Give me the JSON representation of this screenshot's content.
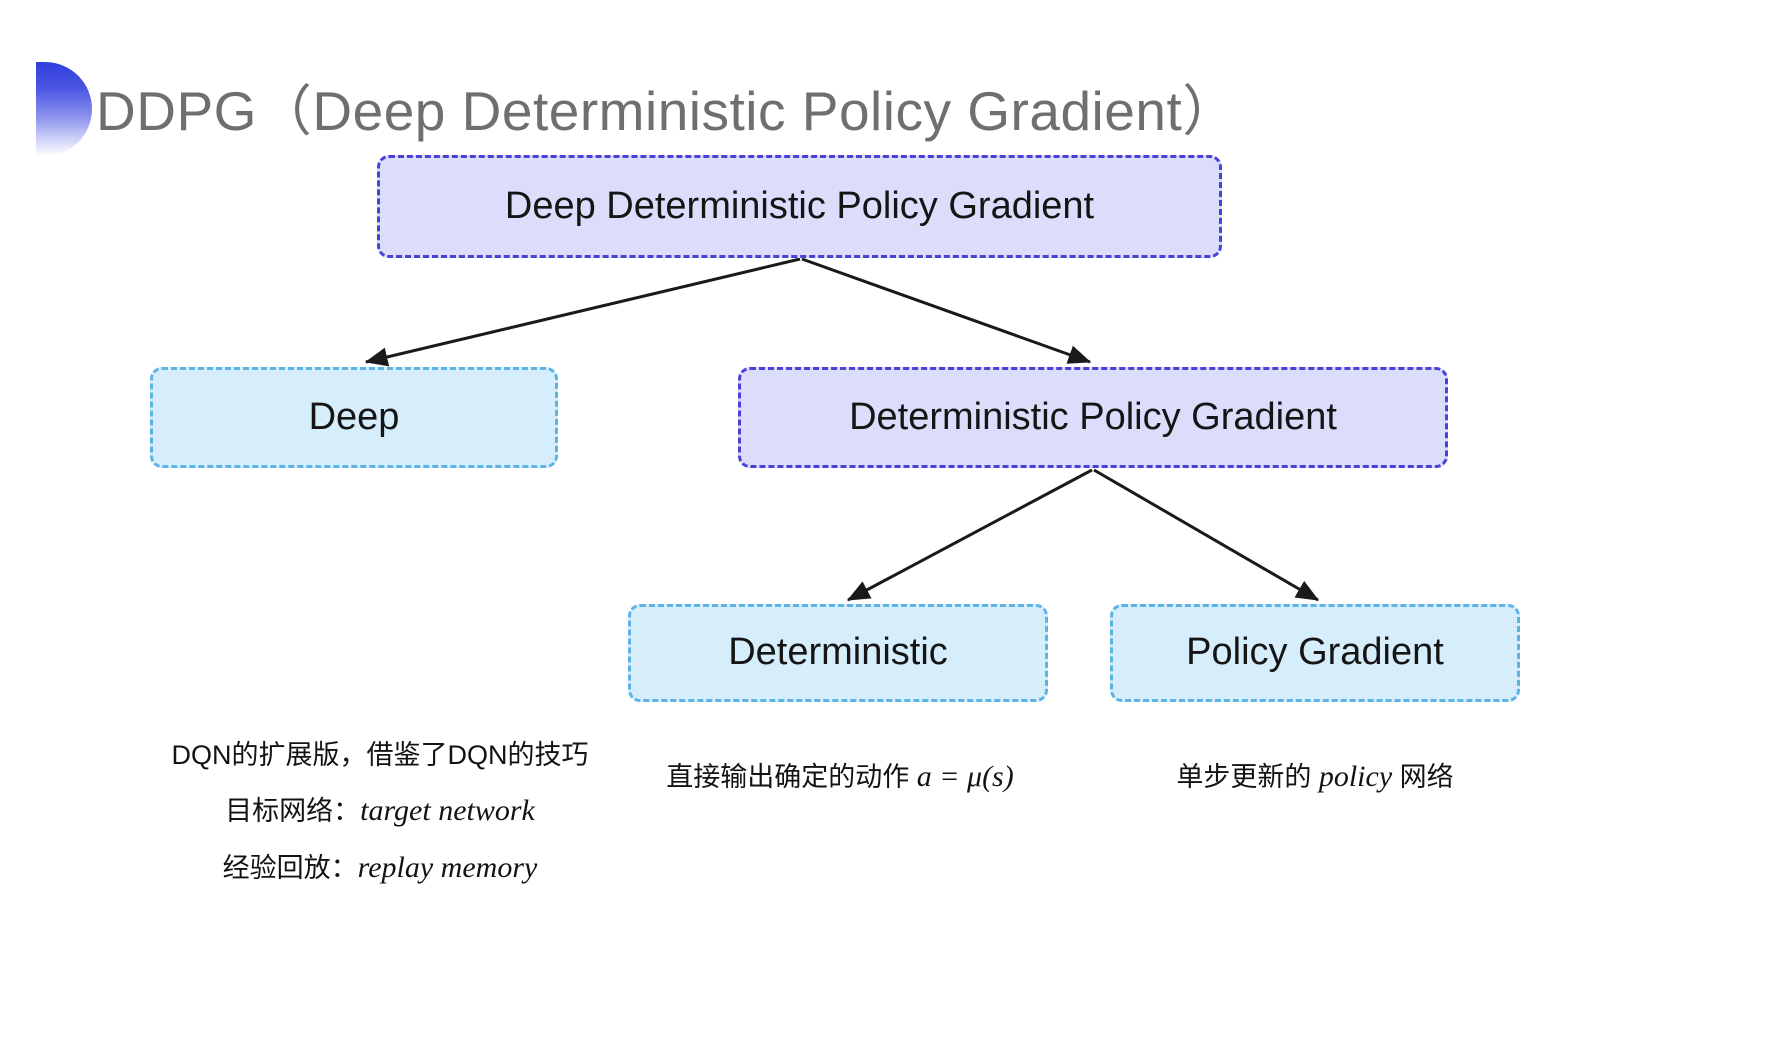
{
  "slide": {
    "title": "DDPG（Deep Deterministic Policy Gradient）",
    "bullet_icon": "half-circle-gradient-icon",
    "background_color": "#ffffff",
    "title_color": "#6f6f6f"
  },
  "palette": {
    "purple_fill": "#dcdcfb",
    "purple_border": "#4a42d8",
    "cyan_fill": "#d6eefb",
    "cyan_border": "#5cb3e4",
    "arrow_color": "#1a1a1a",
    "text_color": "#151515"
  },
  "diagram": {
    "type": "tree",
    "nodes": [
      {
        "id": "root",
        "label": "Deep Deterministic Policy Gradient",
        "style": "purple"
      },
      {
        "id": "deep",
        "label": "Deep",
        "style": "cyan"
      },
      {
        "id": "dpg",
        "label": "Deterministic Policy Gradient",
        "style": "purple"
      },
      {
        "id": "deterministic",
        "label": "Deterministic",
        "style": "cyan"
      },
      {
        "id": "policygradient",
        "label": "Policy Gradient",
        "style": "cyan"
      }
    ],
    "edges": [
      {
        "from": "root",
        "to": "deep",
        "arrowhead": true
      },
      {
        "from": "root",
        "to": "dpg",
        "arrowhead": true
      },
      {
        "from": "dpg",
        "to": "deterministic",
        "arrowhead": true
      },
      {
        "from": "dpg",
        "to": "policygradient",
        "arrowhead": true
      }
    ]
  },
  "captions": {
    "deep": {
      "line1": "DQN的扩展版，借鉴了DQN的技巧",
      "line2_label": "目标网络：",
      "line2_term": "target network",
      "line3_label": "经验回放：",
      "line3_term": "replay memory"
    },
    "deterministic": {
      "line1": "直接输出确定的动作",
      "formula": "a = μ(s)"
    },
    "policy_gradient": {
      "line1": "单步更新的",
      "line2_term": "policy",
      "line2_tail": " 网络"
    }
  }
}
